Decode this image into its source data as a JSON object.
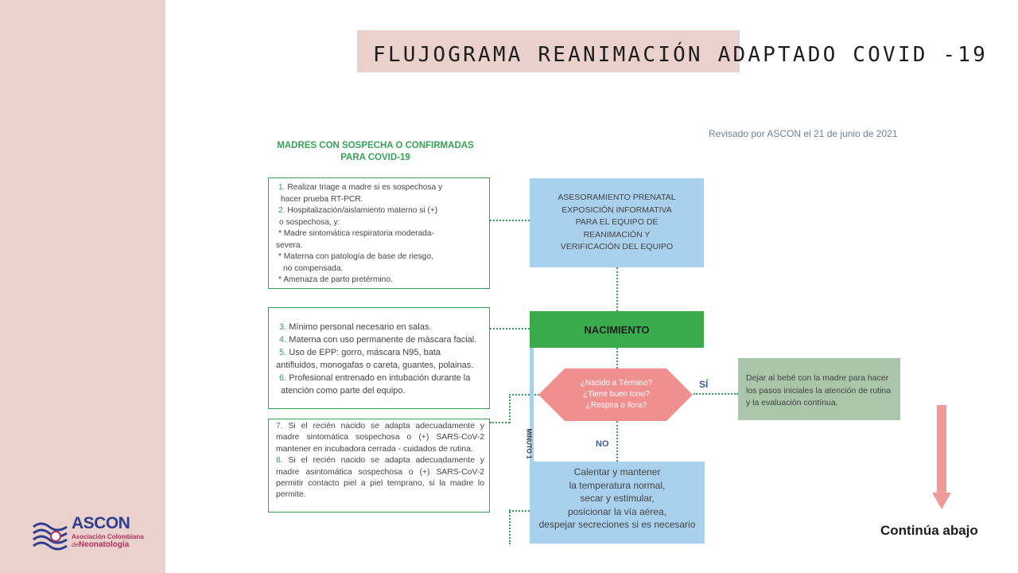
{
  "slide": {
    "title": "FLUJOGRAMA REANIMACIÓN ADAPTADO COVID -19",
    "continue_label": "Continúa abajo",
    "colors": {
      "sidebar": "#ebd1cb",
      "accent_green": "#36a157",
      "blue": "#a9d0ec",
      "coral": "#f08f8f",
      "sage": "#a9c5aa",
      "arrow": "#ee9a9a"
    }
  },
  "logo": {
    "name": "ASCON",
    "line1": "Asociación Colombiana",
    "line2_prefix": "de",
    "line2": "Neonatología",
    "icon": "ascon-wave-logo-icon"
  },
  "flowchart": {
    "reviewed_note": "Revisado por ASCON el 21 de junio de 2021",
    "left_heading_line1": "MADRES CON SOSPECHA O CONFIRMADAS",
    "left_heading_line2": "PARA COVID-19",
    "box_a": {
      "l1_num": "1.",
      "l1": " Realizar triage a madre si es sospechosa y",
      "l2": "hacer prueba RT-PCR.",
      "l3_num": "2.",
      "l3": " Hospitalización/aislamiento materno si  (+)",
      "l4": "o sospechosa, y:",
      "l5": "* Madre sintomática respiratoria moderada-",
      "l6": "severa.",
      "l7": "* Materna con patología de base de  riesgo,",
      "l8": "no compensada.",
      "l9": "* Amenaza de parto pretérmino."
    },
    "box_b": {
      "l1_num": "3.",
      "l1": " Mínimo personal necesario en salas.",
      "l2_num": "4.",
      "l2": " Materna con uso permanente de máscara facial.",
      "l3_num": "5.",
      "l3": " Uso de EPP: gorro, máscara N95, bata",
      "l4": "antifluidos, monogafas o careta, guantes, polainas.",
      "l5_num": "6.",
      "l5": " Profesional entrenado en intubación durante la",
      "l6": "atención como parte del equipo."
    },
    "box_c": {
      "p1_num": "7.",
      "p1": " Si el recién nacido se adapta adecuadamente y madre sintomática sospechosa o (+) SARS-CoV-2 mantener en incubadora cerrada - cuidados de rutina.",
      "p2_num": "8.",
      "p2": " Si el recién nacido se adapta adecuadamente y madre asintomática  sospechosa o (+) SARS-CoV-2 permitir contacto piel a piel temprano, si la madre lo permite."
    },
    "prenatal": {
      "l1": "ASESORAMIENTO PRENATAL",
      "l2": "EXPOSICIÓN INFORMATIVA",
      "l3": "PARA EL EQUIPO DE",
      "l4": "REANIMACIÓN Y",
      "l5": "VERIFICACIÓN DEL EQUIPO"
    },
    "nacimiento": "NACIMIENTO",
    "minuto": "MINUTO 1",
    "decision": {
      "q1": "¿Nacido a Término?",
      "q2": "¿Tiene buen tono?",
      "q3": "¿Respira o llora?"
    },
    "yes_label": "SÍ",
    "no_label": "NO",
    "routine": {
      "l1": "Dejar al bebé con la madre para hacer",
      "l2": "los pasos iniciales la atención de rutina",
      "l3": "y la evaluación contínua."
    },
    "initial_steps": {
      "l1": "Calentar y mantener",
      "l2": "la temperatura normal,",
      "l3": "secar y estimular,",
      "l4": "posicionar la vía aérea,",
      "l5": "despejar secreciones si es necesario"
    }
  }
}
